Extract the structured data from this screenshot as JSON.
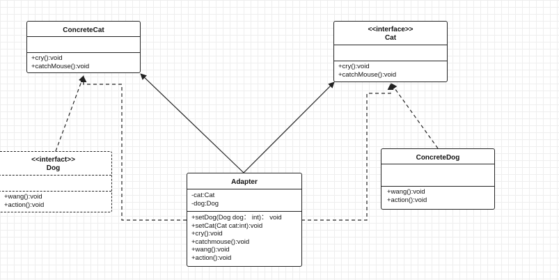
{
  "classes": {
    "concrete_cat": {
      "name": "ConcreteCat",
      "attributes": [],
      "methods": [
        "+cry():void",
        "+catchMouse():void"
      ]
    },
    "cat": {
      "stereotype": "<<interface>>",
      "name": "Cat",
      "attributes": [],
      "methods": [
        "+cry():void",
        "+catchMouse():void"
      ]
    },
    "dog": {
      "stereotype": "<<interfact>>",
      "name": "Dog",
      "attributes": [],
      "methods": [
        "+wang():void",
        "+action():void"
      ]
    },
    "adapter": {
      "name": "Adapter",
      "attributes": [
        "-cat:Cat",
        "-dog:Dog"
      ],
      "methods": [
        "+setDog(Dog dog： int)： void",
        "+setCat(Cat cat:int):void",
        "+cry():void",
        "+catchmouse():void",
        "+wang():void",
        "+action():void"
      ]
    },
    "concrete_dog": {
      "name": "ConcreteDog",
      "attributes": [],
      "methods": [
        "+wang():void",
        "+action():void"
      ]
    }
  },
  "relations": [
    {
      "from": "adapter",
      "to": "concrete_cat",
      "kind": "association",
      "line": "solid"
    },
    {
      "from": "adapter",
      "to": "cat",
      "kind": "association",
      "line": "solid"
    },
    {
      "from": "dog",
      "to": "concrete_cat",
      "kind": "dependency",
      "line": "dashed"
    },
    {
      "from": "concrete_dog",
      "to": "cat",
      "kind": "dependency",
      "line": "dashed"
    },
    {
      "from": "adapter",
      "to": "concrete_cat",
      "kind": "dependency",
      "line": "dashed"
    },
    {
      "from": "adapter",
      "to": "cat",
      "kind": "dependency",
      "line": "dashed"
    }
  ]
}
